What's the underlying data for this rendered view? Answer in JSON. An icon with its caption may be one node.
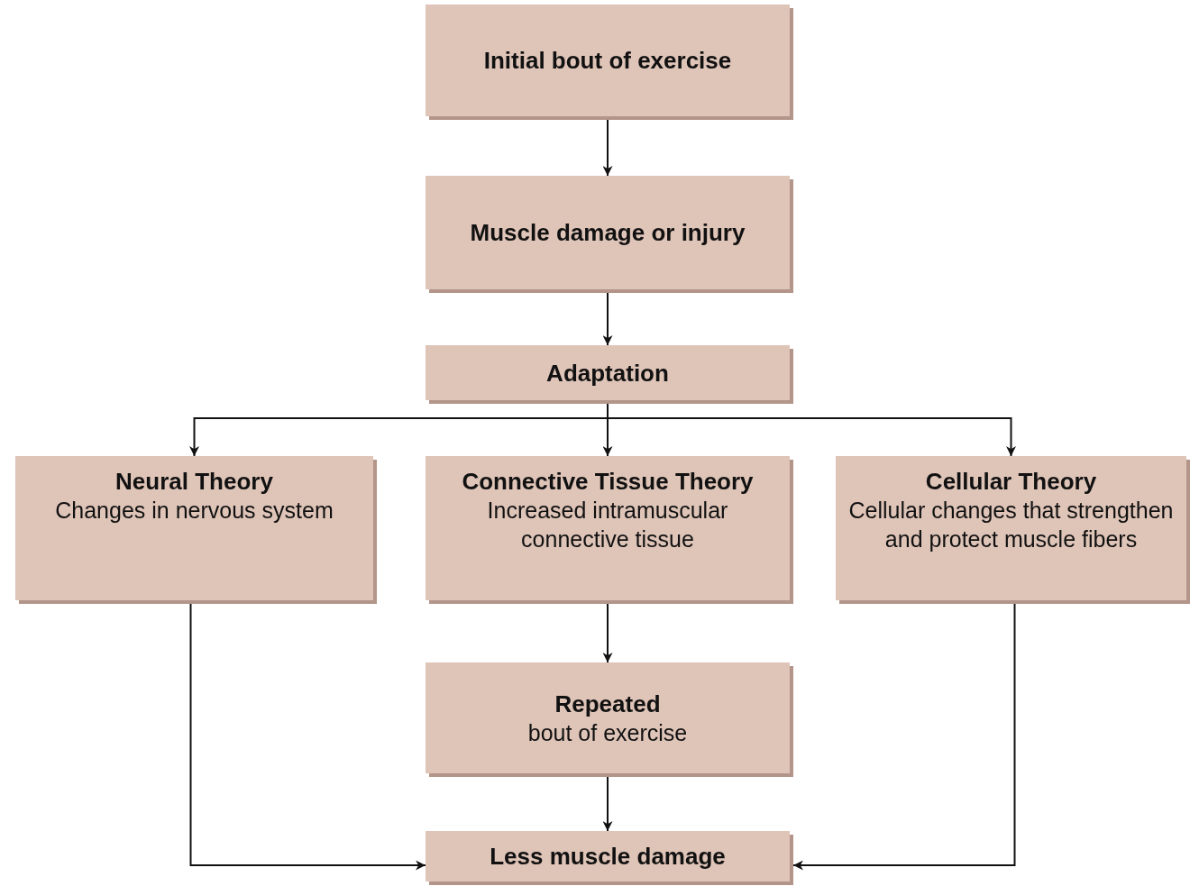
{
  "diagram": {
    "nodes": [
      {
        "text": [
          "Initial bout of exercise"
        ]
      },
      {
        "text": [
          "Muscle damage or injury"
        ]
      },
      {
        "text": [
          "Adaptation"
        ]
      },
      {
        "text": [
          "Neural Theory",
          "Changes in nervous system"
        ]
      },
      {
        "text": [
          "Connective Tissue Theory",
          "Increased intramuscular connective tissue"
        ]
      },
      {
        "text": [
          "Cellular Theory",
          "Cellular changes that strengthen and protect muscle fibers"
        ]
      },
      {
        "text": [
          "Repeated",
          "bout of exercise"
        ]
      },
      {
        "text": [
          "Less muscle damage"
        ]
      }
    ],
    "edges": [
      {
        "from": 0,
        "to": 1,
        "arrow": "to"
      },
      {
        "from": 1,
        "to": 2,
        "arrow": "to"
      },
      {
        "from": 2,
        "to": 3,
        "arrow": "to"
      },
      {
        "from": 2,
        "to": 4,
        "arrow": "to"
      },
      {
        "from": 2,
        "to": 5,
        "arrow": "to"
      },
      {
        "from": 4,
        "to": 6,
        "arrow": "to"
      },
      {
        "from": 6,
        "to": 7,
        "arrow": "to"
      },
      {
        "from": 3,
        "to": 7,
        "arrow": "to"
      },
      {
        "from": 5,
        "to": 7,
        "arrow": "to"
      }
    ]
  }
}
